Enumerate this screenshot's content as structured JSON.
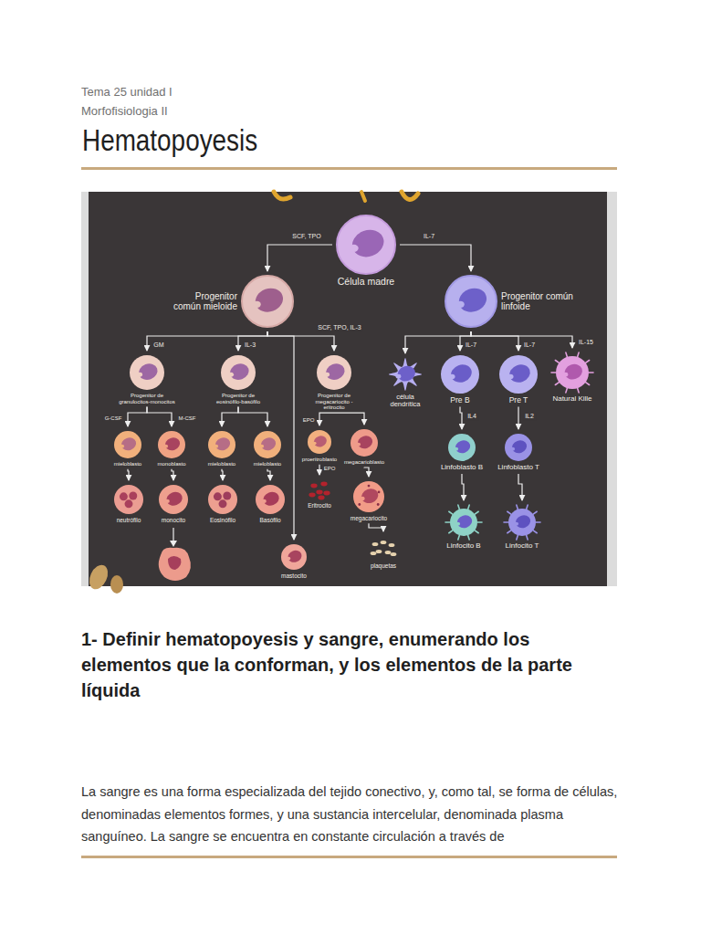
{
  "diagram": {
    "title": "Hematopoyesis",
    "nodes": [
      {
        "text": [
          "Célula madre"
        ]
      },
      {
        "text": [
          "Progenitor común mieloide"
        ]
      },
      {
        "text": [
          "Progenitor común linfoide"
        ]
      },
      {
        "text": [
          "Progenitor de granulocitos-monocitos"
        ]
      },
      {
        "text": [
          "Progenitor de eosinófilo-basófilo"
        ]
      },
      {
        "text": [
          "Progenitor de megacariocito - eritrocito"
        ]
      },
      {
        "text": [
          "célula dendrítica"
        ]
      },
      {
        "text": [
          "Pre B"
        ]
      },
      {
        "text": [
          "Pre T"
        ]
      },
      {
        "text": [
          "Natural Kille"
        ]
      },
      {
        "text": [
          "mieloblasto"
        ]
      },
      {
        "text": [
          "monoblasto"
        ]
      },
      {
        "text": [
          "mieloblasto"
        ]
      },
      {
        "text": [
          "mieloblasto"
        ]
      },
      {
        "text": [
          "proeritroblasto"
        ]
      },
      {
        "text": [
          "megacarioblasto"
        ]
      },
      {
        "text": [
          "Linfoblasto B"
        ]
      },
      {
        "text": [
          "Linfoblasto T"
        ]
      },
      {
        "text": [
          "neutrófilo"
        ]
      },
      {
        "text": [
          "monocito"
        ]
      },
      {
        "text": [
          "Eosinófilo"
        ]
      },
      {
        "text": [
          "Basófilo"
        ]
      },
      {
        "text": [
          "Eritrocito"
        ]
      },
      {
        "text": [
          "megacariocito"
        ]
      },
      {
        "text": [
          "plaquetas"
        ]
      },
      {
        "text": [
          "Linfocito B"
        ]
      },
      {
        "text": [
          "Linfocito T"
        ]
      },
      {
        "text": [
          "mastocito"
        ]
      }
    ],
    "edges": [
      {
        "from": 0,
        "to": 1,
        "arrow": "to",
        "label": "SCF, TPO"
      },
      {
        "from": 0,
        "to": 2,
        "arrow": "to",
        "label": "IL-7"
      },
      {
        "from": 1,
        "to": 3,
        "arrow": "to",
        "label": "GM"
      },
      {
        "from": 1,
        "to": 4,
        "arrow": "to",
        "label": "IL-3"
      },
      {
        "from": 1,
        "to": 5,
        "arrow": "to",
        "label": "SCF, TPO, IL-3"
      },
      {
        "from": 1,
        "to": 27,
        "arrow": "to"
      },
      {
        "from": 2,
        "to": 6,
        "arrow": "to"
      },
      {
        "from": 2,
        "to": 7,
        "arrow": "to",
        "label": "IL-7"
      },
      {
        "from": 2,
        "to": 8,
        "arrow": "to",
        "label": "IL-7"
      },
      {
        "from": 2,
        "to": 9,
        "arrow": "to",
        "label": "IL-15"
      },
      {
        "from": 3,
        "to": 10,
        "arrow": "to",
        "label": "G-CSF"
      },
      {
        "from": 3,
        "to": 11,
        "arrow": "to",
        "label": "M-CSF"
      },
      {
        "from": 4,
        "to": 12,
        "arrow": "to"
      },
      {
        "from": 4,
        "to": 13,
        "arrow": "to"
      },
      {
        "from": 5,
        "to": 14,
        "arrow": "to",
        "label": "EPO"
      },
      {
        "from": 5,
        "to": 15,
        "arrow": "to"
      },
      {
        "from": 7,
        "to": 16,
        "arrow": "to",
        "label": "IL4"
      },
      {
        "from": 8,
        "to": 17,
        "arrow": "to",
        "label": "IL2"
      },
      {
        "from": 10,
        "to": 18,
        "arrow": "to"
      },
      {
        "from": 11,
        "to": 19,
        "arrow": "to"
      },
      {
        "from": 12,
        "to": 20,
        "arrow": "to"
      },
      {
        "from": 13,
        "to": 21,
        "arrow": "to"
      },
      {
        "from": 14,
        "to": 22,
        "arrow": "to",
        "label": "EPO"
      },
      {
        "from": 15,
        "to": 23,
        "arrow": "to"
      },
      {
        "from": 23,
        "to": 24,
        "arrow": "to"
      },
      {
        "from": 16,
        "to": 25,
        "arrow": "to"
      },
      {
        "from": 17,
        "to": 26,
        "arrow": "to"
      }
    ],
    "labels": [
      "Tema 25 unidad I",
      "Morfofisiologia II",
      "1- Definir hematopoyesis y sangre, enumerando los elementos que la conforman, y los elementos de la parte líquida",
      "La sangre es una forma especializada del tejido conectivo, y, como tal, se forma de células, denominadas elementos formes, y una sustancia intercelular, denominada plasma sanguíneo. La sangre se encuentra en constante circulación a través de"
    ]
  }
}
